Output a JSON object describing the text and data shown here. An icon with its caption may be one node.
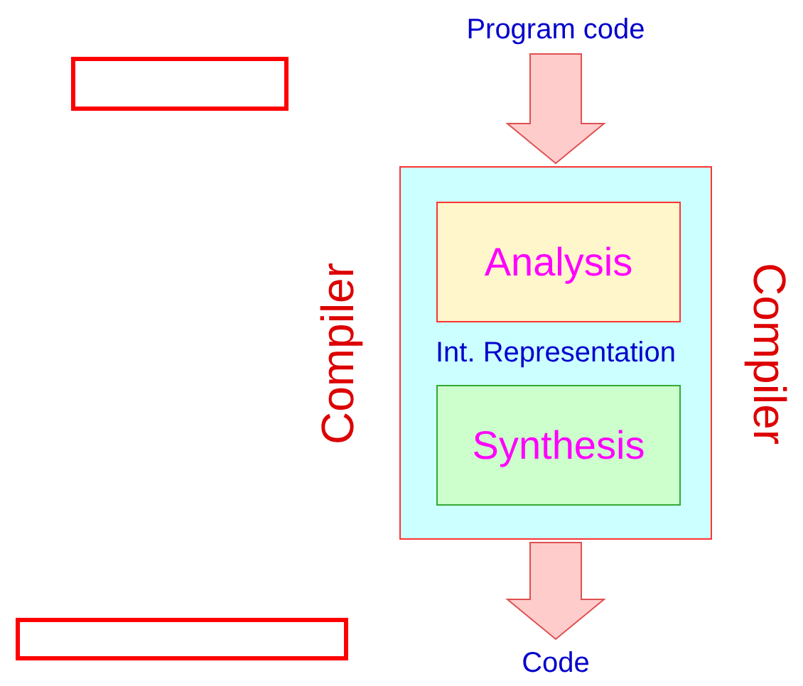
{
  "diagram": {
    "nodes": [
      {
        "text": [
          "Program code"
        ]
      },
      {
        "text": [],
        "shape": "box"
      },
      {
        "text": [],
        "shape": "box",
        "beside": [
          "Compiler",
          "Compiler"
        ]
      },
      {
        "text": [
          "Analysis"
        ],
        "in": 2
      },
      {
        "text": [
          "Synthesis"
        ],
        "in": 2
      },
      {
        "text": [
          "Code"
        ]
      },
      {
        "text": [],
        "shape": "box"
      }
    ],
    "edges": [
      {
        "from": 0,
        "to": 2,
        "arrow": "to"
      },
      {
        "from": 2,
        "to": 5,
        "arrow": "to"
      }
    ],
    "labels": [
      "Int. Representation"
    ]
  }
}
